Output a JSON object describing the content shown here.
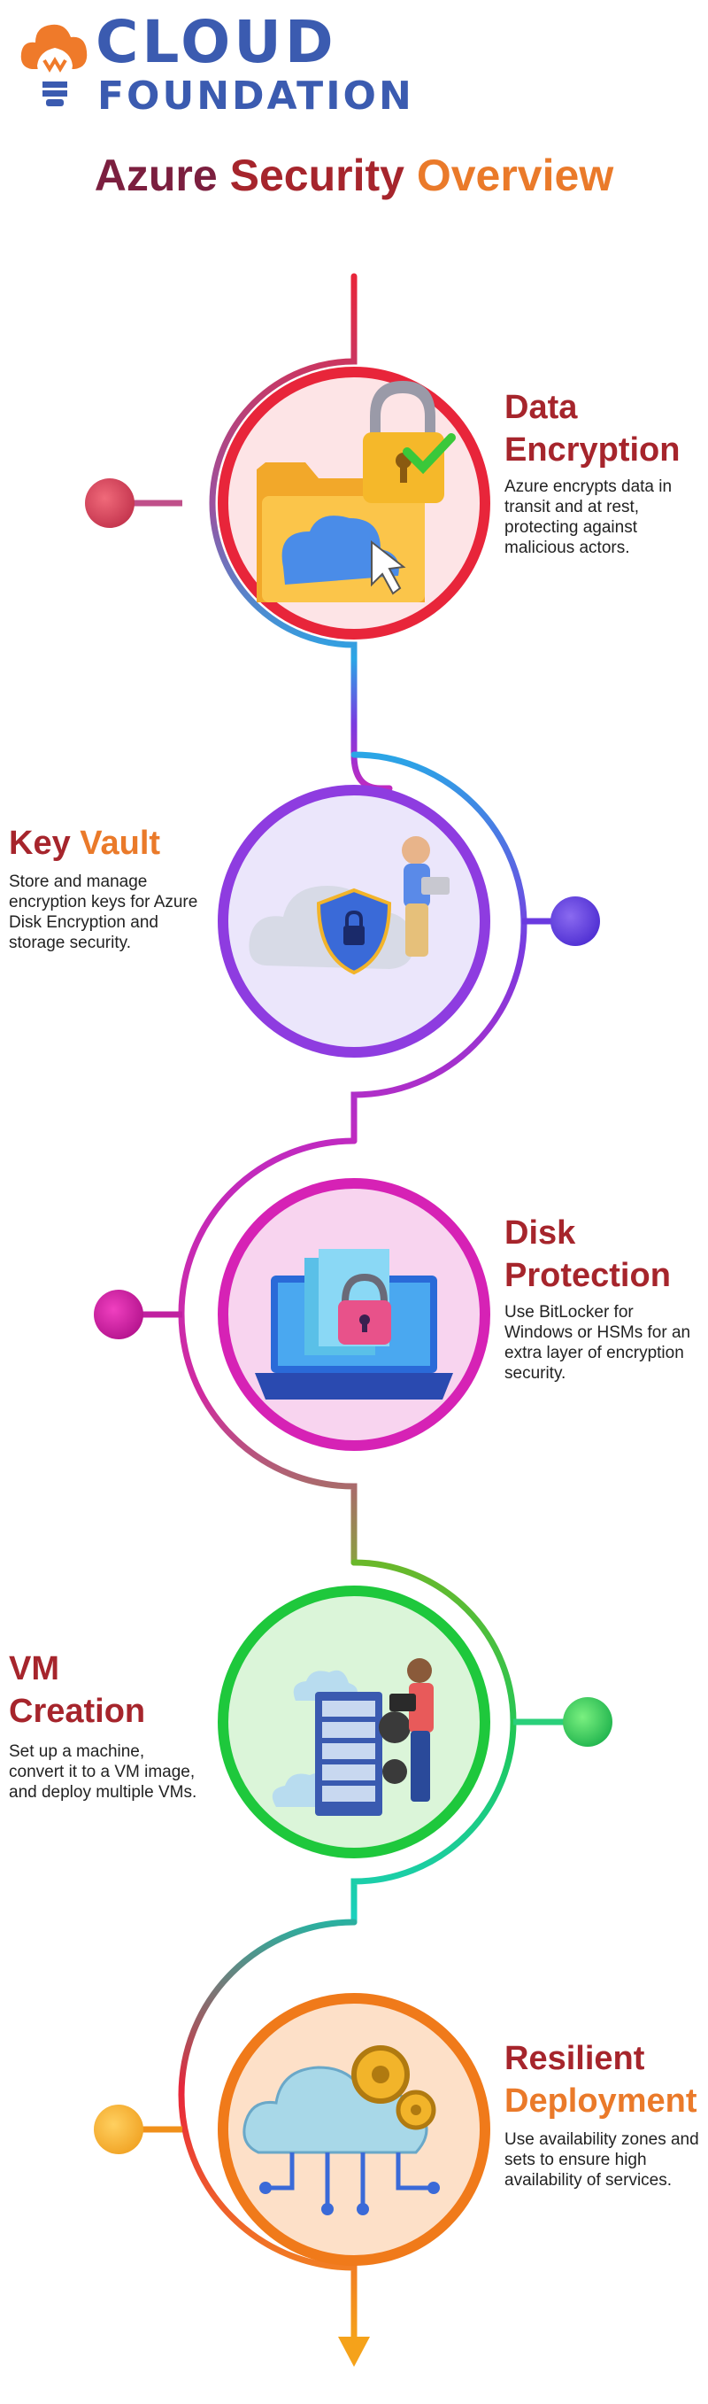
{
  "brand": {
    "line1": "CLOUD",
    "line2": "FOUNDATION"
  },
  "title": {
    "part1": "Azure",
    "part2": "Security",
    "part3": "Overview"
  },
  "steps": [
    {
      "heading_line1": "Data",
      "heading_line2": "Encryption",
      "description": "Azure encrypts data in transit and at rest, protecting against malicious actors.",
      "color": "#e8253a"
    },
    {
      "heading_part1": "Key",
      "heading_part2": "Vault",
      "description": "Store and manage encryption keys for Azure Disk Encryption and storage security.",
      "color": "#8e3ce0"
    },
    {
      "heading_line1": "Disk",
      "heading_line2": "Protection",
      "description": "Use BitLocker for Windows or HSMs for an extra layer of encryption security.",
      "color": "#d622b5"
    },
    {
      "heading_line1": "VM",
      "heading_line2": "Creation",
      "description": "Set up a machine, convert it to a VM image, and deploy multiple VMs.",
      "color": "#1ec83c"
    },
    {
      "heading_line1": "Resilient",
      "heading_line2": "Deployment",
      "description": "Use availability zones and sets to ensure high availability of services.",
      "color": "#f07a1a"
    }
  ]
}
